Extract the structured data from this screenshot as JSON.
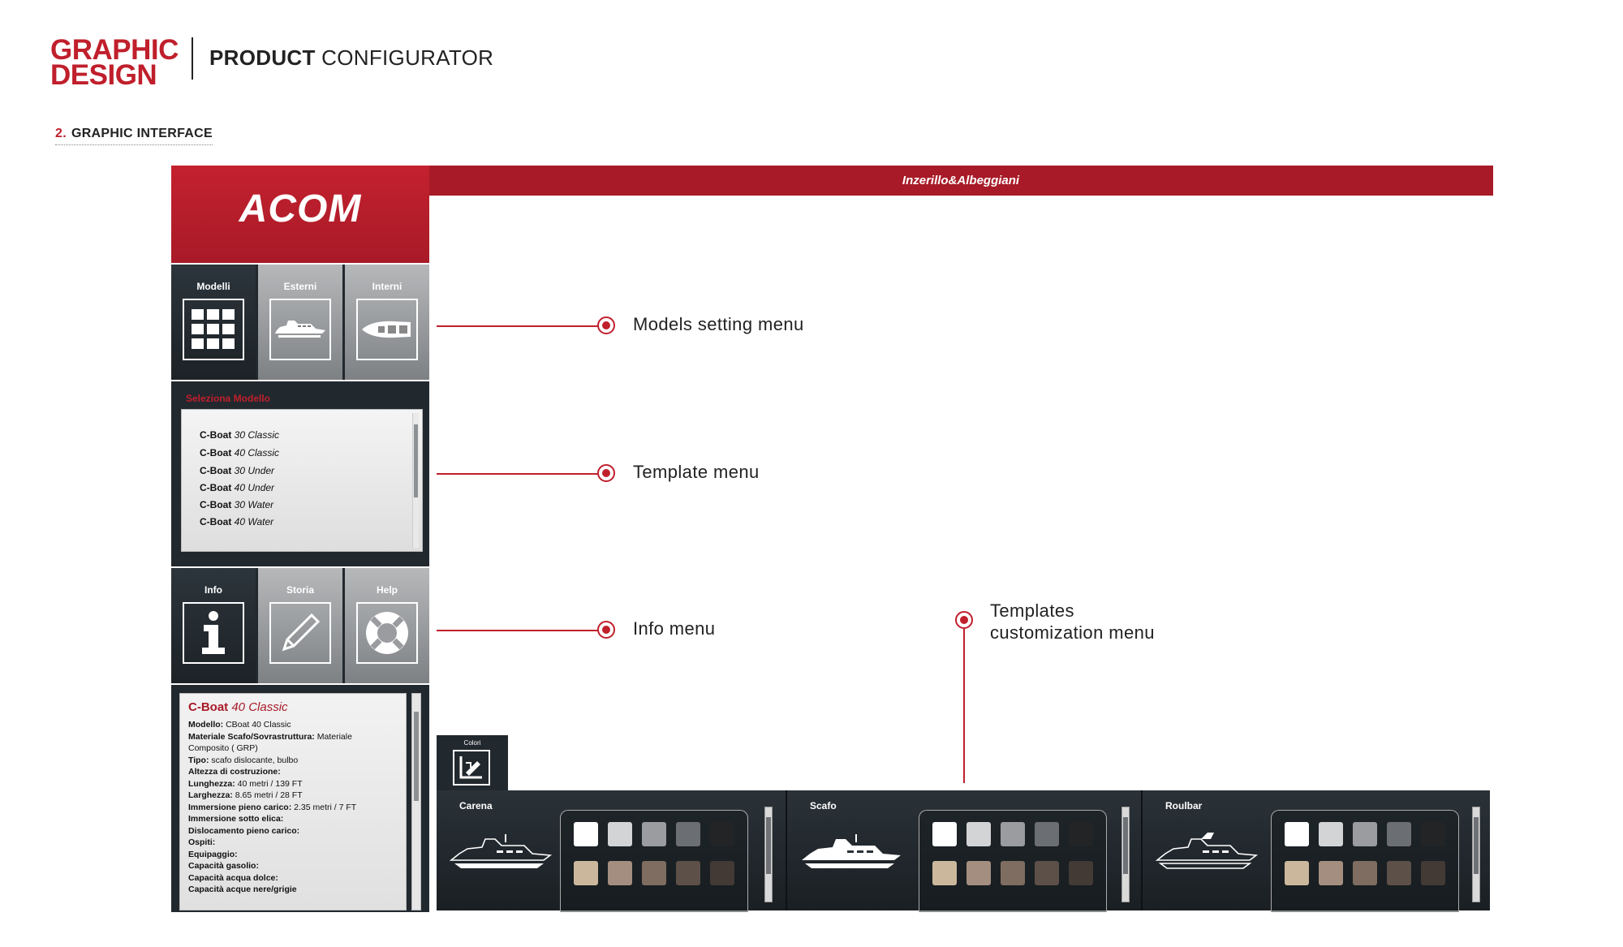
{
  "header": {
    "brand_line1": "GRAPHIC",
    "brand_line2": "DESIGN",
    "title_bold": "PRODUCT",
    "title_rest": " CONFIGURATOR"
  },
  "section": {
    "number": "2.",
    "title": "GRAPHIC INTERFACE"
  },
  "app": {
    "top_bar_title": "Inzerillo&Albeggiani",
    "logo": "ACOM",
    "colors": {
      "brand_red": "#a81a27",
      "panel_dark": "#21282e"
    }
  },
  "models_menu": {
    "tabs": [
      {
        "label": "Modelli",
        "icon": "grid-icon"
      },
      {
        "label": "Esterni",
        "icon": "yacht-side-icon"
      },
      {
        "label": "Interni",
        "icon": "yacht-top-icon"
      }
    ]
  },
  "template_menu": {
    "title": "Seleziona Modello",
    "items": [
      {
        "brand": "C-Boat",
        "model": "30 Classic"
      },
      {
        "brand": "C-Boat",
        "model": "40 Classic"
      },
      {
        "brand": "C-Boat",
        "model": "30 Under"
      },
      {
        "brand": "C-Boat",
        "model": "40 Under"
      },
      {
        "brand": "C-Boat",
        "model": "30 Water"
      },
      {
        "brand": "C-Boat",
        "model": "40 Water"
      }
    ]
  },
  "info_menu": {
    "tabs": [
      {
        "label": "Info",
        "icon": "info-icon"
      },
      {
        "label": "Storia",
        "icon": "pencil-icon"
      },
      {
        "label": "Help",
        "icon": "lifebuoy-icon"
      }
    ]
  },
  "info_panel": {
    "title_brand": "C-Boat",
    "title_model": "40 Classic",
    "lines": [
      {
        "label": "Modello:",
        "value": " CBoat 40 Classic"
      },
      {
        "label": "Materiale Scafo/Sovrastruttura:",
        "value": " Materiale"
      },
      {
        "label": "",
        "value": "Composito ( GRP)"
      },
      {
        "label": "Tipo:",
        "value": " scafo dislocante, bulbo"
      },
      {
        "label": "Altezza di costruzione:",
        "value": ""
      },
      {
        "label": "Lunghezza:",
        "value": " 40 metri / 139 FT"
      },
      {
        "label": "Larghezza:",
        "value": " 8.65 metri / 28 FT"
      },
      {
        "label": "Immersione pieno carico:",
        "value": " 2.35 metri / 7 FT"
      },
      {
        "label": "Immersione sotto elica:",
        "value": ""
      },
      {
        "label": "Dislocamento pieno carico:",
        "value": ""
      },
      {
        "label": "Ospiti:",
        "value": ""
      },
      {
        "label": "Equipaggio:",
        "value": ""
      },
      {
        "label": "Capacità gasolio:",
        "value": ""
      },
      {
        "label": "Capacità acqua dolce:",
        "value": ""
      },
      {
        "label": "Capacità acque nere/grigie",
        "value": ""
      }
    ]
  },
  "callouts": {
    "models": "Models setting menu",
    "template": "Template menu",
    "info": "Info menu",
    "customization_line1": "Templates",
    "customization_line2": "customization menu"
  },
  "customization": {
    "tab_label": "Colori",
    "sections": [
      {
        "label": "Carena"
      },
      {
        "label": "Scafo"
      },
      {
        "label": "Roulbar"
      }
    ],
    "swatch_colors_row1": [
      "#ffffff",
      "#d3d4d6",
      "#9a9c9f",
      "#6b6e72",
      "#222426"
    ],
    "swatch_colors_row2": [
      "#cbb89c",
      "#a48e80",
      "#7e6d60",
      "#5d5048",
      "#433a36"
    ]
  }
}
